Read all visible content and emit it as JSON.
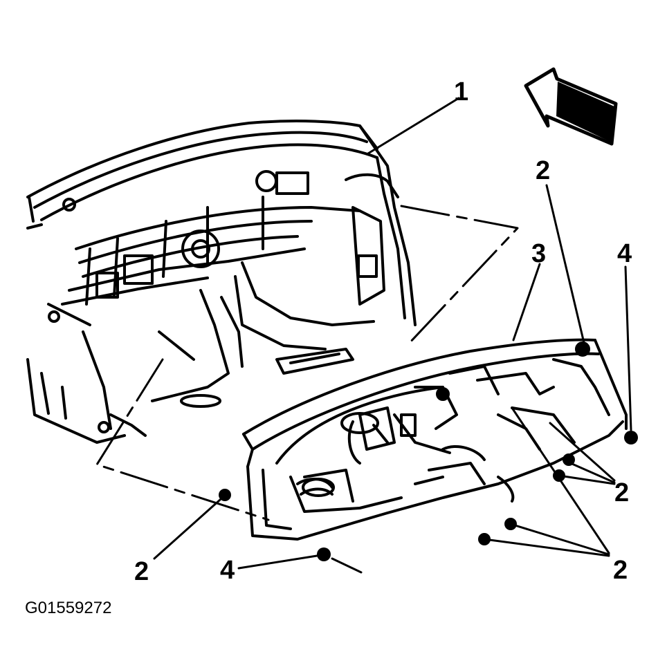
{
  "figure_id": "G01559272",
  "callouts": {
    "c1": "1",
    "c2_top": "2",
    "c3": "3",
    "c4_right": "4",
    "c2_mid_right": "2",
    "c2_left": "2",
    "c4_bottom": "4",
    "c2_bottom_right": "2"
  },
  "colors": {
    "ink": "#000000",
    "paper": "#ffffff"
  }
}
